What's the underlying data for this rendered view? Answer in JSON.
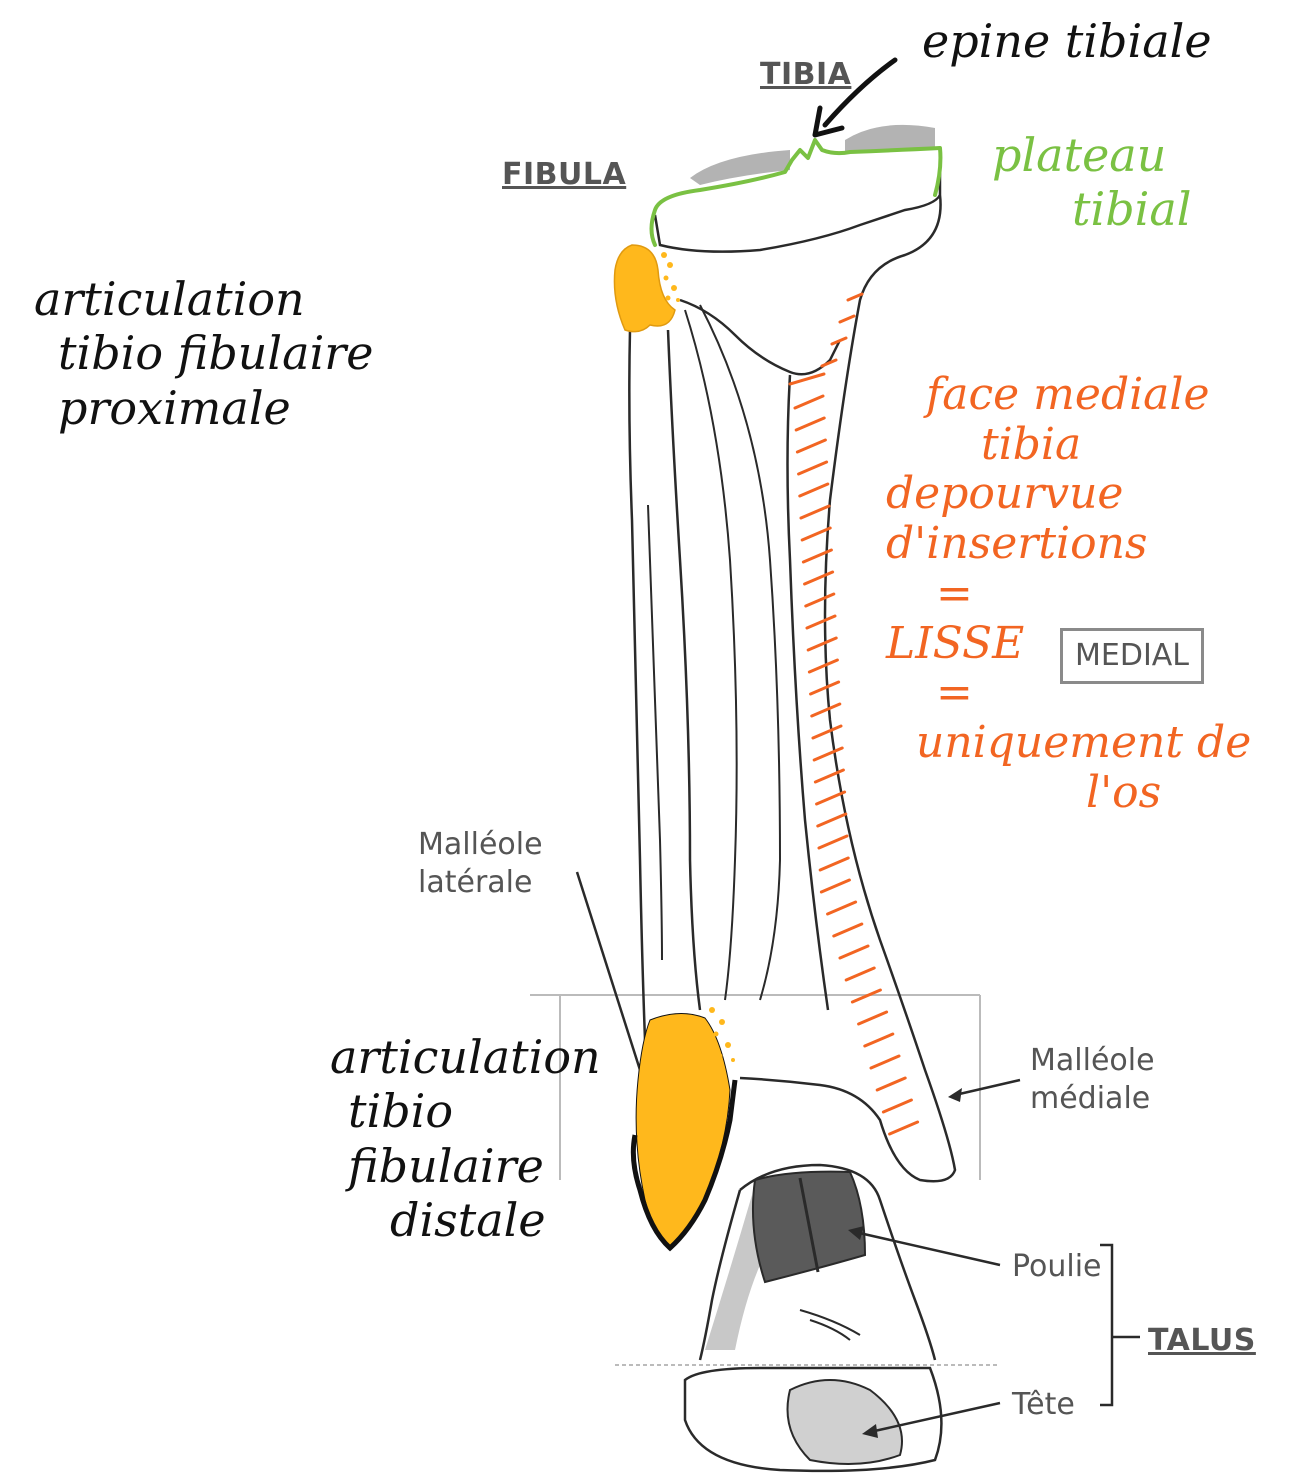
{
  "printed_labels": {
    "tibia": "TIBIA",
    "fibula": "FIBULA",
    "medial": "MEDIAL",
    "malleole_laterale": [
      "Malléole",
      "latérale"
    ],
    "malleole_mediale": [
      "Malléole",
      "médiale"
    ],
    "poulie": "Poulie",
    "talus": "TALUS",
    "tete": "Tête"
  },
  "handwritten": {
    "epine_tibiale": "epine tibiale",
    "plateau_tibial": [
      "plateau",
      "tibial"
    ],
    "tibio_fibulaire_proximale": [
      "articulation",
      "tibio fibulaire",
      "proximale"
    ],
    "face_mediale": [
      "face mediale",
      "tibia",
      "depourvue",
      "d'insertions",
      "=",
      "LISSE",
      "=",
      "uniquement de",
      "l'os"
    ],
    "tibio_fibulaire_distale": [
      "articulation",
      "tibio",
      "fibulaire",
      "distale"
    ]
  },
  "colors": {
    "bone_outline": "#2a2a2a",
    "joint_fill": "#ffb81c",
    "green_annotation": "#7ac143",
    "orange_annotation": "#f26522",
    "cartilage_gray": "#9a9a9a",
    "pulley_dark": "#5a5a5a"
  }
}
